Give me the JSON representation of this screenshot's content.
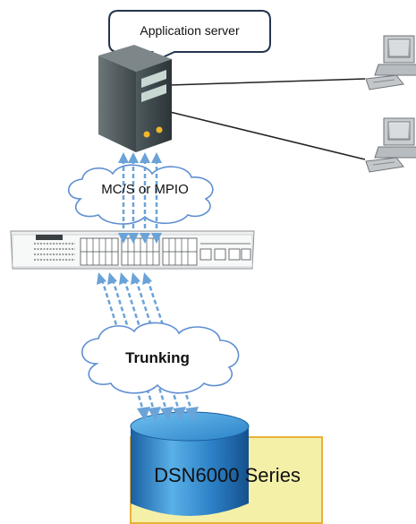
{
  "callout": {
    "text": "Application server"
  },
  "mpio_label": "MC/S or MPIO",
  "trunking_label": "Trunking",
  "storage_label": "DSN6000 Series",
  "colors": {
    "storage_box": "#f4f0a8",
    "storage_border": "#e9b23a",
    "cylinder_dark": "#1f6db3",
    "cylinder_light": "#5ab0e8",
    "dashed_link": "#6aa3d8",
    "cloud_stroke": "#5f8fd1"
  },
  "icons": [
    "server-icon",
    "switch-icon",
    "workstation-icon",
    "storage-cylinder-icon",
    "cloud-icon"
  ]
}
